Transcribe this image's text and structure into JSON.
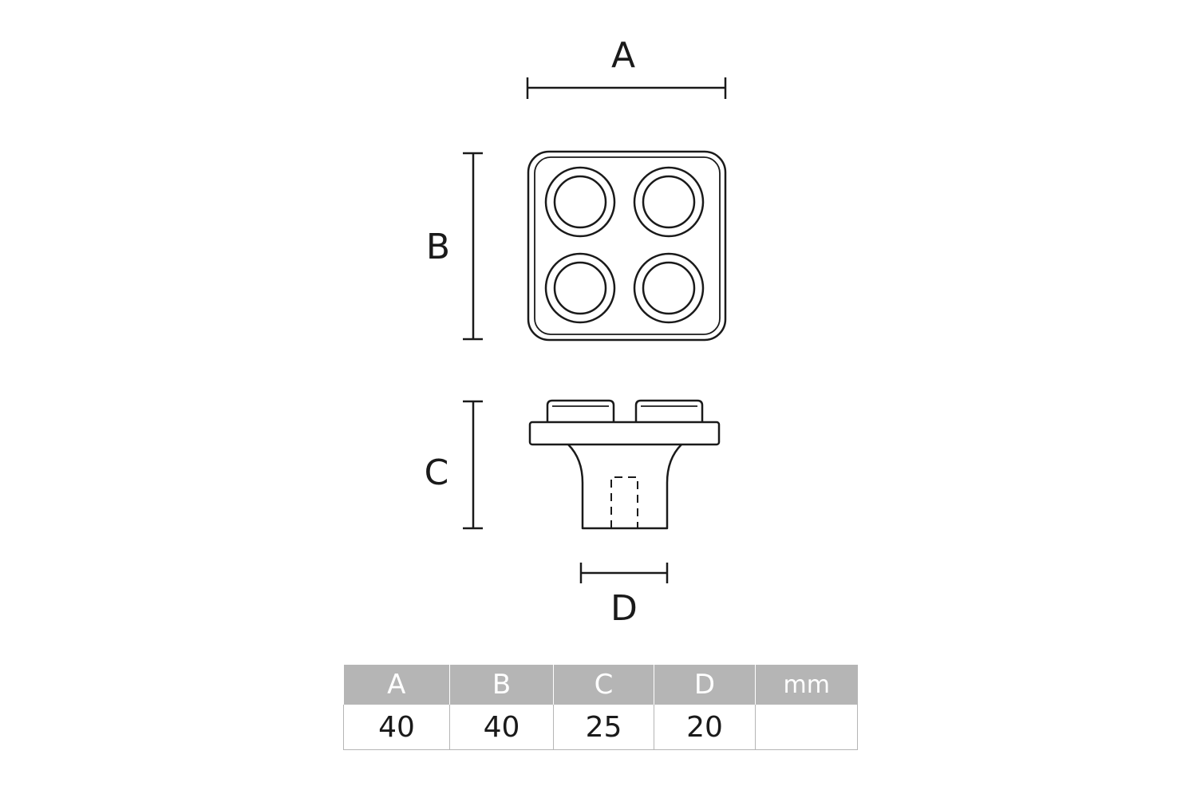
{
  "dimensions": {
    "a_label": "A",
    "b_label": "B",
    "c_label": "C",
    "d_label": "D"
  },
  "table": {
    "headers": [
      "A",
      "B",
      "C",
      "D",
      "mm"
    ],
    "values": [
      "40",
      "40",
      "25",
      "20",
      ""
    ]
  },
  "colors": {
    "line": "#1a1a1a",
    "table_header_bg": "#b5b5b5",
    "table_header_text": "#ffffff",
    "table_border": "#b5b5b5"
  }
}
